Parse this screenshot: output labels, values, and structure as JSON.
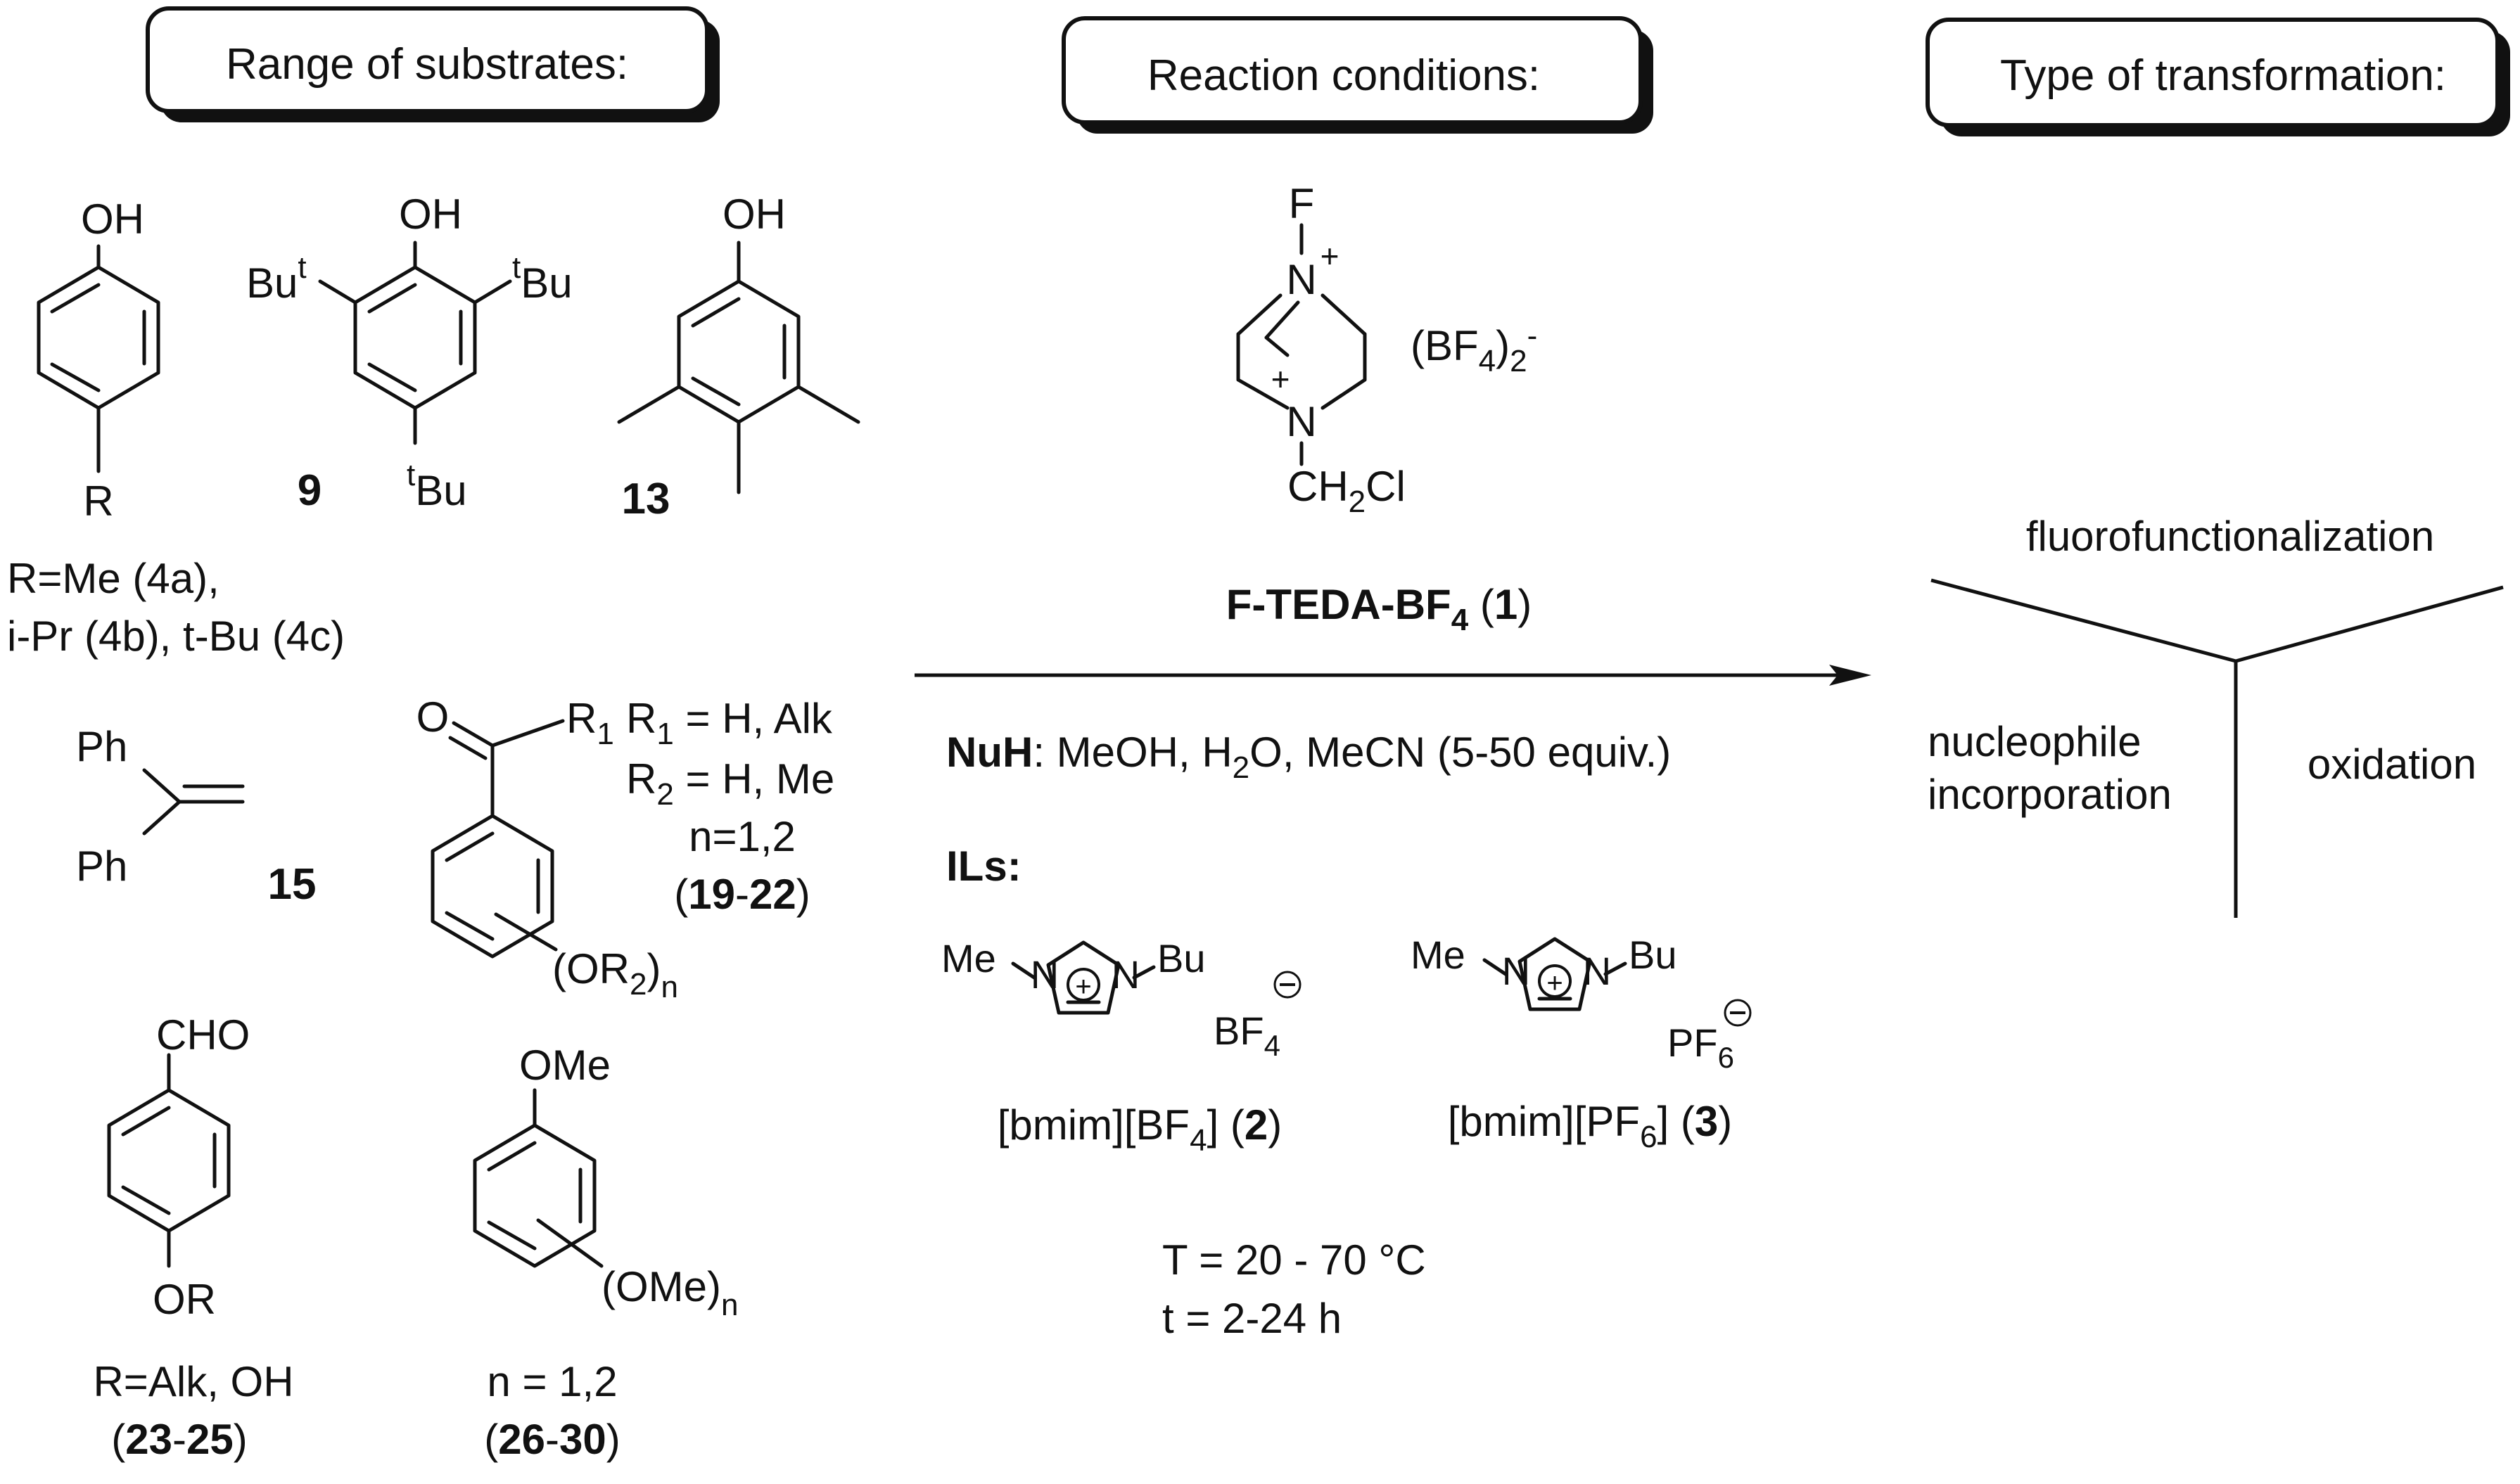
{
  "headers": {
    "substrates": "Range of substrates:",
    "conditions": "Reaction conditions:",
    "transformation": "Type of transformation:"
  },
  "substrates": {
    "phenol4": {
      "oh": "OH",
      "r": "R",
      "caption1": "R=Me (4a),",
      "caption2": "i-Pr (4b), t-Bu (4c)"
    },
    "phenol9": {
      "oh": "OH",
      "but_left": "Bu",
      "but_left_sup": "t",
      "but_right": "Bu",
      "but_right_sup": "t",
      "but_bottom": "Bu",
      "but_bottom_sup": "t",
      "label": "9"
    },
    "phenol13": {
      "oh": "OH",
      "label": "13"
    },
    "alkene15": {
      "ph1": "Ph",
      "ph2": "Ph",
      "label": "15"
    },
    "ketone": {
      "o": "O",
      "r1": "R",
      "r1_sub": "1",
      "or2": "(OR",
      "or2_sub": "2",
      "or2_close": ")",
      "n": "n",
      "line1": "R",
      "line1_sub": "1",
      "line1_rest": " = H, Alk",
      "line2": "R",
      "line2_sub": "2",
      "line2_rest": " = H, Me",
      "line3": "n=1,2",
      "line4": "(19-22)"
    },
    "aldehyde": {
      "cho": "CHO",
      "or": "OR",
      "caption1": "R=Alk, OH",
      "caption2": "(23-25)"
    },
    "anisole": {
      "ome": "OMe",
      "omen": "(OMe)",
      "n": "n",
      "caption1": "n = 1,2",
      "caption2": "(26-30)"
    }
  },
  "conditions": {
    "reagent": {
      "f": "F",
      "n_plus": "N",
      "n2": "N",
      "ch2cl": "CH",
      "ch2cl_sub": "2",
      "ch2cl_end": "Cl",
      "counter": "(BF",
      "counter_sub": "4",
      "counter_end": ")",
      "counter_charge2": "2",
      "counter_charge": "-"
    },
    "reagent_name": "F-TEDA-BF",
    "reagent_name_sub": "4",
    "reagent_number": "(1)",
    "nuh_label": "NuH",
    "nuh_text": ": MeOH, H",
    "nuh_sub": "2",
    "nuh_text2": "O, MeCN (5-50 equiv.)",
    "ils_label": "ILs:",
    "il1": {
      "me": "Me",
      "bu": "Bu",
      "anion": "BF",
      "anion_sub": "4",
      "name": "[bmim][BF",
      "name_sub": "4",
      "name_end": "] (2)"
    },
    "il2": {
      "me": "Me",
      "bu": "Bu",
      "anion": "PF",
      "anion_sub": "6",
      "name": "[bmim][PF",
      "name_sub": "6",
      "name_end": "] (3)"
    },
    "temp": "T = 20 - 70 °C",
    "time": "t = 2-24 h"
  },
  "transformation": {
    "top": "fluorofunctionalization",
    "left1": "nucleophile",
    "left2": "incorporation",
    "right": "oxidation"
  },
  "colors": {
    "ink": "#111111",
    "box_shadow": "#111111",
    "background": "#ffffff"
  }
}
